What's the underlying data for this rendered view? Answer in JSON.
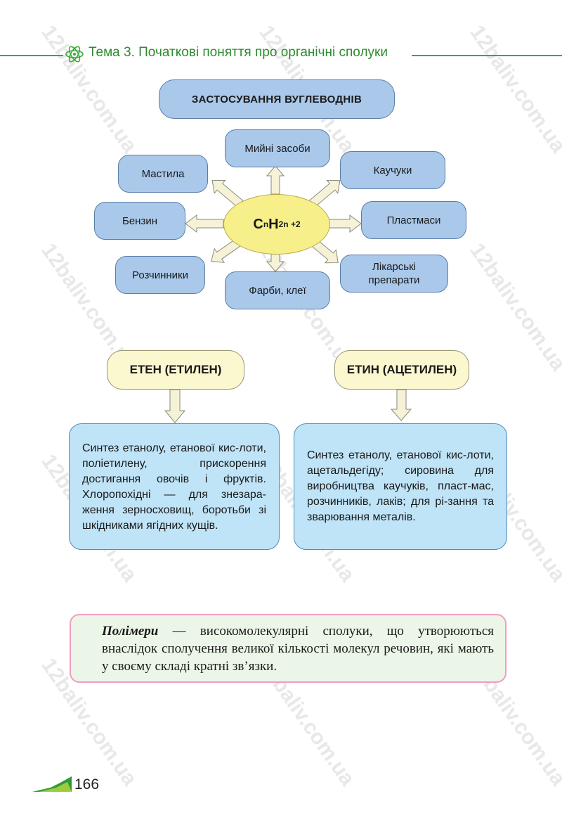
{
  "header": {
    "title": "Тема 3. Початкові поняття про органічні сполуки"
  },
  "diagram": {
    "title": "ЗАСТОСУВАННЯ ВУГЛЕВОДНІВ",
    "center": {
      "c": "C",
      "n1": "n",
      "h": "H",
      "n2": "2n +2"
    },
    "applications": {
      "detergents": "Мийні засоби",
      "lubricants": "Мастила",
      "rubbers": "Каучуки",
      "petrol": "Бензин",
      "plastics": "Пластмаси",
      "solvents": "Розчинники",
      "medicines_line1": "Лікарські",
      "medicines_line2": "препарати",
      "paints": "Фарби, клеї"
    }
  },
  "ethene": {
    "title": "ЕТЕН (ЕТИЛЕН)",
    "text": "Синтез етанолу, етанової кис-лоти, поліетилену, прискорення достигання овочів і фруктів. Хлоропохідні — для знезара-ження зерносховищ, боротьби зі шкідниками ягідних кущів."
  },
  "ethyne": {
    "title": "ЕТИН (АЦЕТИЛЕН)",
    "text": "Синтез етанолу, етанової кис-лоти, ацетальдегіду; сировина для виробництва каучуків, пласт-мас, розчинників, лаків; для рі-зання та зварювання металів."
  },
  "definition": {
    "term": "Полімери",
    "text": " — високомолекулярні сполуки, що утворюються внаслідок сполучення великої кількості молекул речовин, які мають у своєму складі кратні зв’язки."
  },
  "watermark": "12baliv.com.ua",
  "page_number": "166",
  "colors": {
    "header_green": "#3aaa35",
    "blue_box": "#a9c8ea",
    "light_blue_box": "#bfe3f7",
    "yellow_box": "#fbf7cf",
    "ellipse": "#f7f08a",
    "definition_bg": "#ecf6e8",
    "definition_border": "#ee9ec2"
  }
}
